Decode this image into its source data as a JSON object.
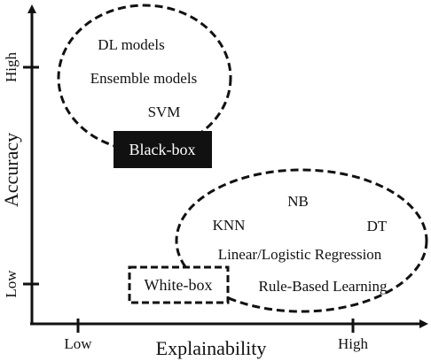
{
  "axes": {
    "x_title": "Explainability",
    "y_title": "Accuracy",
    "x_ticks": [
      "Low",
      "High"
    ],
    "y_ticks": [
      "Low",
      "High"
    ]
  },
  "black_box_group": {
    "items": [
      "DL models",
      "Ensemble models",
      "SVM"
    ],
    "label": "Black-box"
  },
  "white_box_group": {
    "items": [
      "NB",
      "KNN",
      "DT",
      "Linear/Logistic Regression",
      "Rule-Based Learning"
    ],
    "label": "White-box"
  },
  "colors": {
    "ink": "#111111",
    "label_fill": "#111111",
    "label_text": "#ffffff",
    "background": "#ffffff"
  }
}
